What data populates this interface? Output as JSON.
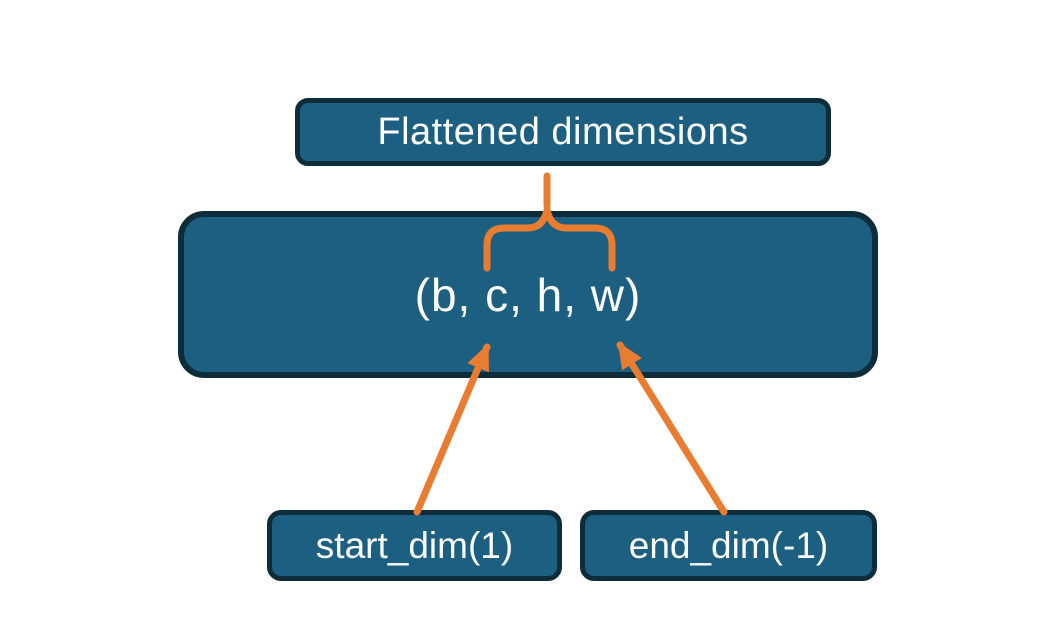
{
  "diagram": {
    "title_box": {
      "label": "Flattened dimensions"
    },
    "main_box": {
      "label": "(b, c, h, w)"
    },
    "start_box": {
      "label": "start_dim(1)"
    },
    "end_box": {
      "label": "end_dim(-1)"
    },
    "connectors": {
      "brace": "brace-grouping-b-c-h",
      "arrow_left": "arrow-start-dim-to-c",
      "arrow_right": "arrow-end-dim-to-w"
    },
    "colors": {
      "background": "#ffffff",
      "box_fill": "#1d5f80",
      "box_border": "#0e2d3a",
      "connector_orange": "#e87c30",
      "text": "#fbfdfd"
    }
  }
}
